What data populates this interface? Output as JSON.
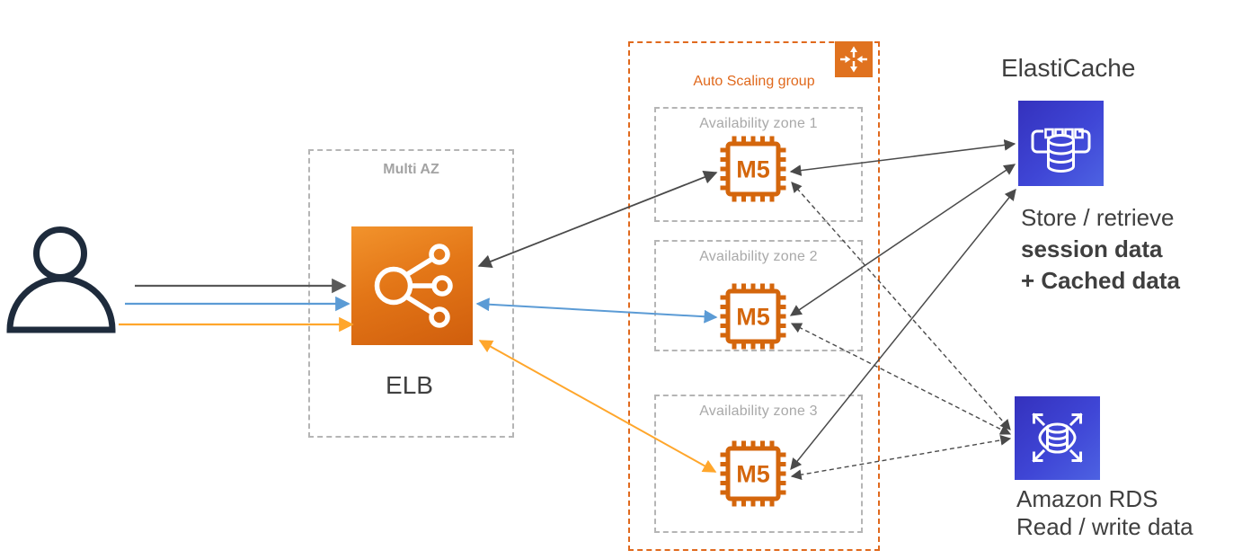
{
  "diagram": {
    "user": {
      "icon": "person-icon"
    },
    "elb": {
      "container_label": "Multi AZ",
      "label": "ELB",
      "icon": "load-balancer-icon"
    },
    "autoscaling": {
      "label": "Auto Scaling group",
      "icon": "autoscaling-icon",
      "zones": [
        {
          "label": "Availability zone 1",
          "instance_label": "M5"
        },
        {
          "label": "Availability zone 2",
          "instance_label": "M5"
        },
        {
          "label": "Availability zone 3",
          "instance_label": "M5"
        }
      ]
    },
    "elasticache": {
      "title": "ElastiCache",
      "icon": "elasticache-icon",
      "caption_lines": [
        "Store / retrieve",
        "session data",
        "+ Cached data"
      ]
    },
    "rds": {
      "icon": "rds-icon",
      "caption_lines": [
        "Amazon RDS",
        "Read / write data"
      ]
    },
    "colors": {
      "aws_orange": "#E0691D",
      "chip_orange": "#D4660C",
      "elb_gradient_start": "#F2932C",
      "elb_gradient_end": "#D05E0D",
      "aws_blue_dark": "#3431BD",
      "aws_blue_light": "#4D62E2",
      "arrow_dark": "#4a4a4a",
      "arrow_gray": "#595959",
      "arrow_blue": "#5B9BD5",
      "arrow_orange": "#FFA62B",
      "container_gray": "#b5b5b5",
      "label_gray": "#a9a9a9",
      "text_dark": "#3f3f3f"
    }
  }
}
